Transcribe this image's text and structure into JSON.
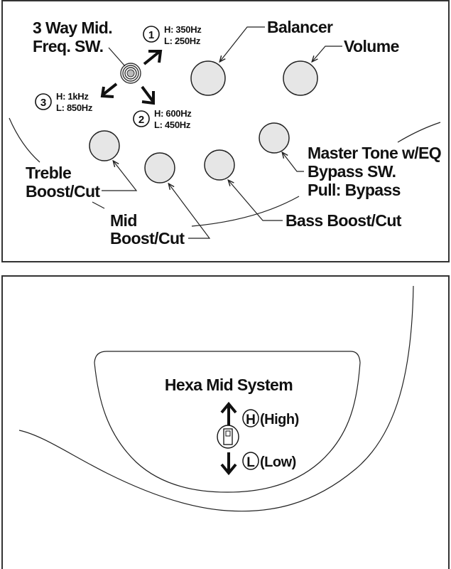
{
  "top_panel": {
    "switch": {
      "title_line1": "3 Way Mid.",
      "title_line2": "Freq. SW.",
      "positions": [
        {
          "number": "1",
          "high": "H: 350Hz",
          "low": "L: 250Hz"
        },
        {
          "number": "2",
          "high": "H: 600Hz",
          "low": "L: 450Hz"
        },
        {
          "number": "3",
          "high": "H: 1kHz",
          "low": "L: 850Hz"
        }
      ]
    },
    "knobs": {
      "balancer": "Balancer",
      "volume": "Volume",
      "treble_line1": "Treble",
      "treble_line2": "Boost/Cut",
      "mid_line1": "Mid",
      "mid_line2": "Boost/Cut",
      "bass": "Bass Boost/Cut",
      "master_line1": "Master Tone w/EQ",
      "master_line2": "Bypass SW.",
      "master_line3": "Pull: Bypass"
    }
  },
  "bottom_panel": {
    "title": "Hexa Mid System",
    "high_symbol": "H",
    "high_label": "(High)",
    "low_symbol": "L",
    "low_label": "(Low)"
  },
  "colors": {
    "knob_fill": "#e6e6e6",
    "ink": "#111111",
    "background": "#ffffff"
  }
}
